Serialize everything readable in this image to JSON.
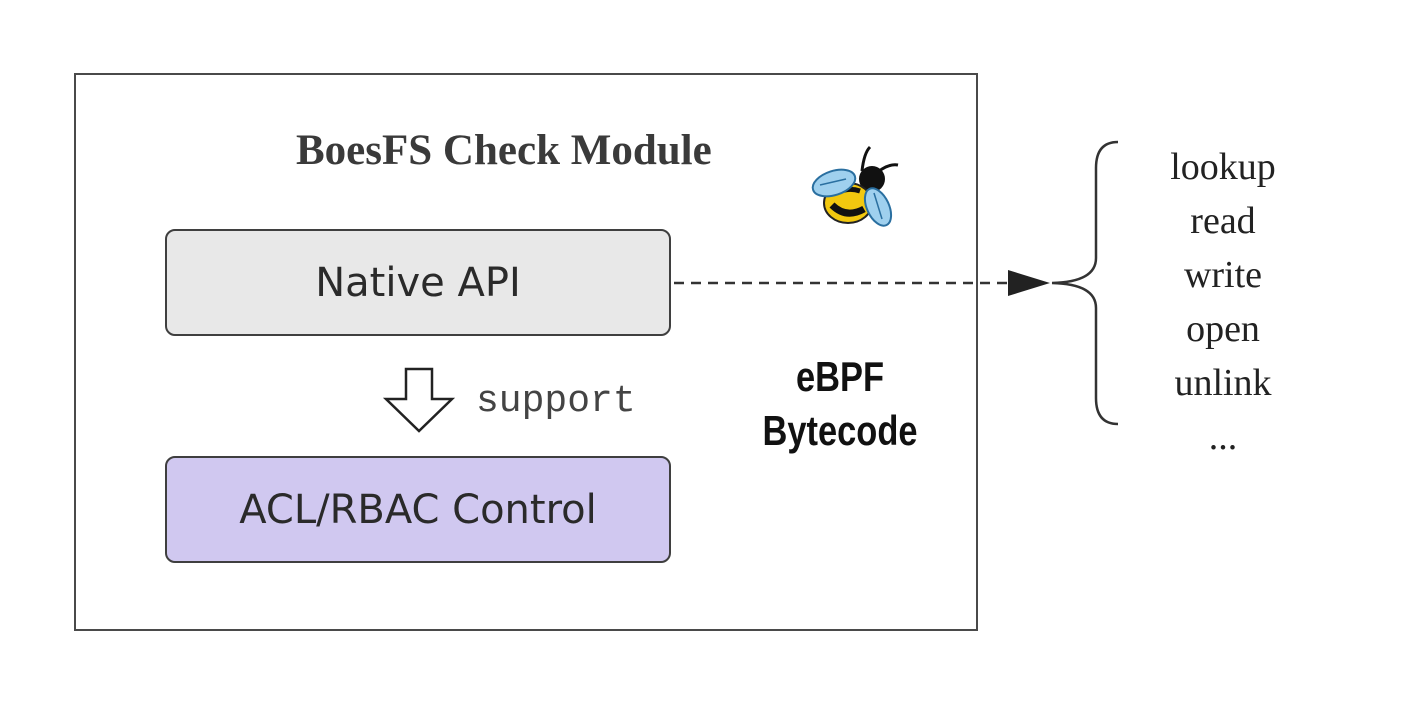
{
  "module": {
    "title": "BoesFS Check Module",
    "icon": "bee-icon"
  },
  "boxes": {
    "native_api": "Native API",
    "acl_control": "ACL/RBAC Control"
  },
  "support_label": "support",
  "ebpf": {
    "line1": "eBPF",
    "line2": "Bytecode"
  },
  "operations": [
    "lookup",
    "read",
    "write",
    "open",
    "unlink",
    "..."
  ],
  "colors": {
    "native_api_fill": "#e8e8e8",
    "acl_fill": "#d0c8f0",
    "border": "#3f3f3f"
  }
}
